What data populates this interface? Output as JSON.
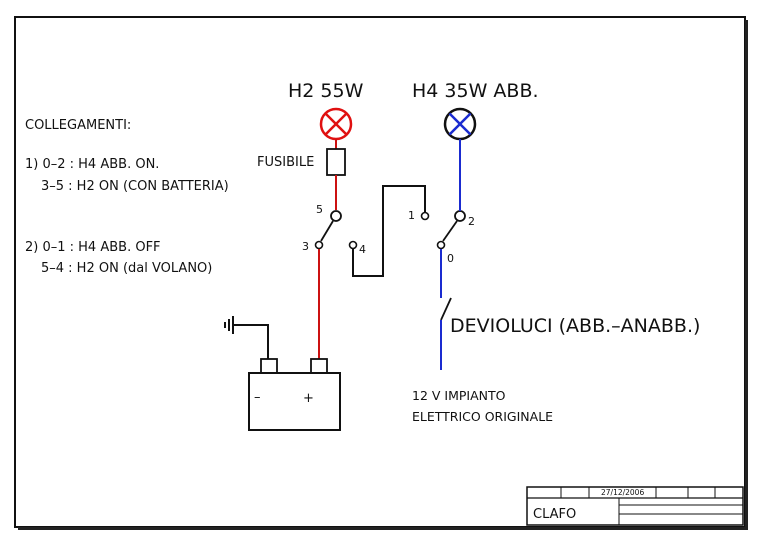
{
  "lamps": {
    "h2_label": "H2 55W",
    "h4_label": "H4 35W ABB.",
    "h2_color": "#e01010",
    "h4_color": "#1a2bd0"
  },
  "notes": {
    "title": "COLLEGAMENTI:",
    "item1_line1": "1) 0–2 : H4 ABB. ON.",
    "item1_line2": "3–5 : H2 ON (CON BATTERIA)",
    "item2_line1": "2) 0–1 : H4 ABB. OFF",
    "item2_line2": "5–4 :  H2 ON (dal VOLANO)"
  },
  "components": {
    "fuse_label": "FUSIBILE",
    "switch_label": "DEVIOLUCI (ABB.–ANABB.)",
    "battery_minus": "–",
    "battery_plus": "+",
    "system_line1": "12 V IMPIANTO",
    "system_line2": "ELETTRICO ORIGINALE"
  },
  "terminals": {
    "t0": "0",
    "t1": "1",
    "t2": "2",
    "t3": "3",
    "t4": "4",
    "t5": "5"
  },
  "title_block": {
    "date": "27/12/2006",
    "author": "CLAFO"
  },
  "colors": {
    "wire_red": "#cc1111",
    "wire_blue": "#1a2bd0",
    "wire_black": "#111111"
  }
}
